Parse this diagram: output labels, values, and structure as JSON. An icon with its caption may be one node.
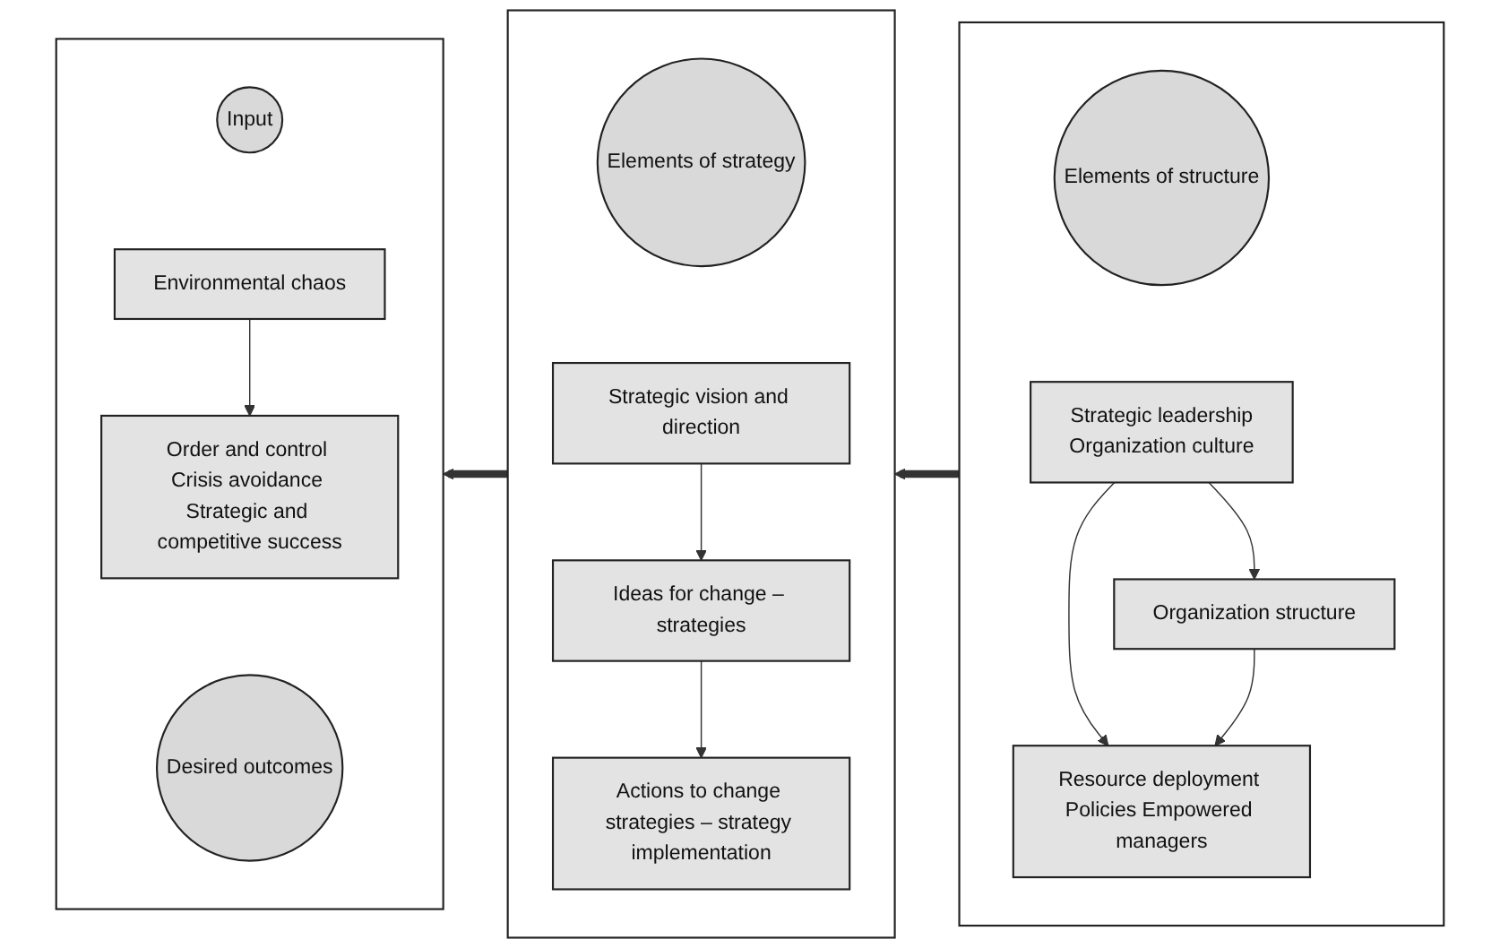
{
  "diagram": {
    "nodes": [
      {
        "text": [],
        "shape": "box"
      },
      {
        "text": [
          "Input"
        ],
        "in": 0
      },
      {
        "text": [
          "Environmental chaos"
        ],
        "in": 0
      },
      {
        "text": [
          "Order and control Crisis avoidance Strategic and competitive success"
        ],
        "in": 0
      },
      {
        "text": [
          "Desired outcomes"
        ],
        "in": 0
      },
      {
        "text": [],
        "shape": "box"
      },
      {
        "text": [
          "Elements of strategy"
        ],
        "in": 5
      },
      {
        "text": [
          "Strategic vision and direction"
        ],
        "in": 5
      },
      {
        "text": [
          "Ideas for change – strategies"
        ],
        "in": 5
      },
      {
        "text": [
          "Actions to change strategies – strategy implementation"
        ],
        "in": 5
      },
      {
        "text": [],
        "shape": "box"
      },
      {
        "text": [
          "Elements of structure"
        ],
        "in": 10
      },
      {
        "text": [
          "Strategic leadership",
          "Organization culture"
        ],
        "in": 10
      },
      {
        "text": [
          "Organization structure"
        ],
        "in": 10
      },
      {
        "text": [
          "Resource deployment Policies Empowered managers"
        ],
        "in": 10
      }
    ],
    "edges": [
      {
        "from": 2,
        "to": 3,
        "arrow": "to"
      },
      {
        "from": 7,
        "to": 8,
        "arrow": "to"
      },
      {
        "from": 8,
        "to": 9,
        "arrow": "to"
      },
      {
        "from": 12,
        "to": 13,
        "arrow": "to"
      },
      {
        "from": 12,
        "to": 14,
        "arrow": "to"
      },
      {
        "from": 13,
        "to": 14,
        "arrow": "to"
      },
      {
        "from": 10,
        "to": 5,
        "arrow": "to",
        "style": "thick"
      },
      {
        "from": 5,
        "to": 0,
        "arrow": "to",
        "style": "thick"
      }
    ]
  }
}
